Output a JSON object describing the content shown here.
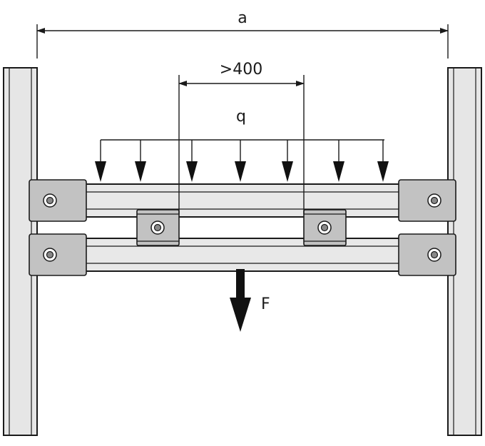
{
  "labels": {
    "span": "a",
    "spacing": ">400",
    "distributed_load": "q",
    "force": "F"
  },
  "icons": {
    "dimension_arrow": "dimension-arrow-icon",
    "load_arrow": "load-arrow-icon",
    "force_arrow": "force-arrow-icon",
    "bolt": "bolt-icon"
  },
  "colors": {
    "stroke": "#1a1a1a",
    "profile_fill": "#e8e8e8",
    "block_fill": "#c2c2c2",
    "force_arrow": "#111111"
  }
}
